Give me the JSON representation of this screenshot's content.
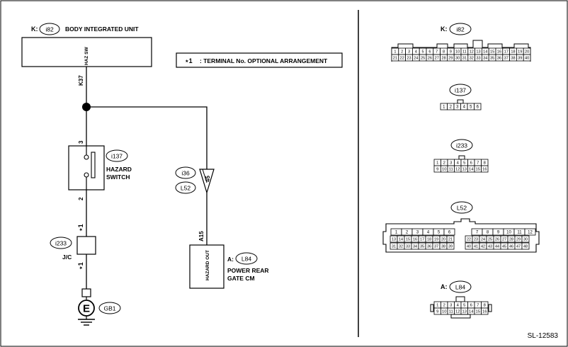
{
  "wiring": {
    "bcm_prefix": "K:",
    "bcm_ref": "i82",
    "bcm_name": "BODY INTEGRATED UNIT",
    "bcm_pin_label": "HAZ SW",
    "bcm_pin": "K37",
    "note_symbol": "⋆1",
    "note_text": ": TERMINAL No. OPTIONAL ARRANGEMENT",
    "switch_ref": "i137",
    "switch_name_1": "HAZARD",
    "switch_name_2": "SWITCH",
    "switch_pin_top": "3",
    "switch_pin_bottom": "2",
    "jc_ref": "i233",
    "jc_label": "J/C",
    "jc_pin_top": "⋆1",
    "jc_pin_bottom": "⋆1",
    "ground_symbol": "E",
    "ground_ref": "GB1",
    "relay_ref_top": "i36",
    "relay_ref_bottom": "L52",
    "relay_pin": "45",
    "gate_pin": "A15",
    "gate_prefix": "A:",
    "gate_ref": "L84",
    "gate_name_1": "POWER REAR",
    "gate_name_2": "GATE CM",
    "gate_pin_label": "HAZARD OUT"
  },
  "connectors": {
    "k_prefix": "K:",
    "k_ref": "i82",
    "k_row1": [
      "1",
      "2",
      "3",
      "4",
      "5",
      "6",
      "7",
      "8",
      "9",
      "10",
      "11",
      "12",
      "13",
      "14",
      "15",
      "16",
      "17",
      "18",
      "19",
      "20"
    ],
    "k_row2": [
      "21",
      "22",
      "23",
      "24",
      "25",
      "26",
      "27",
      "28",
      "29",
      "30",
      "31",
      "32",
      "33",
      "34",
      "35",
      "36",
      "37",
      "38",
      "39",
      "40"
    ],
    "i137_ref": "i137",
    "i137_row": [
      "1",
      "2",
      "3",
      "4",
      "5",
      "6"
    ],
    "i233_ref": "i233",
    "i233_row1": [
      "1",
      "2",
      "3",
      "4",
      "5",
      "6",
      "7",
      "8"
    ],
    "i233_row2": [
      "9",
      "10",
      "11",
      "12",
      "13",
      "14",
      "15",
      "16"
    ],
    "l52_ref": "L52",
    "l52_left_row1": [
      "1",
      "2",
      "3",
      "4",
      "5",
      "6"
    ],
    "l52_left_row2": [
      "13",
      "14",
      "15",
      "16",
      "17",
      "18",
      "19",
      "20",
      "21"
    ],
    "l52_left_row3": [
      "31",
      "32",
      "33",
      "34",
      "35",
      "36",
      "37",
      "38",
      "39"
    ],
    "l52_right_row1": [
      "7",
      "8",
      "9",
      "10",
      "11",
      "12"
    ],
    "l52_right_row2": [
      "22",
      "23",
      "24",
      "25",
      "26",
      "27",
      "28",
      "29",
      "30"
    ],
    "l52_right_row3": [
      "40",
      "41",
      "42",
      "43",
      "44",
      "45",
      "46",
      "47",
      "48"
    ],
    "l84_prefix": "A:",
    "l84_ref": "L84",
    "l84_row1": [
      "1",
      "2",
      "3",
      "4",
      "5",
      "6",
      "7",
      "8"
    ],
    "l84_row2": [
      "9",
      "10",
      "11",
      "12",
      "13",
      "14",
      "15",
      "16"
    ]
  },
  "footer": {
    "code": "SL-12583"
  }
}
